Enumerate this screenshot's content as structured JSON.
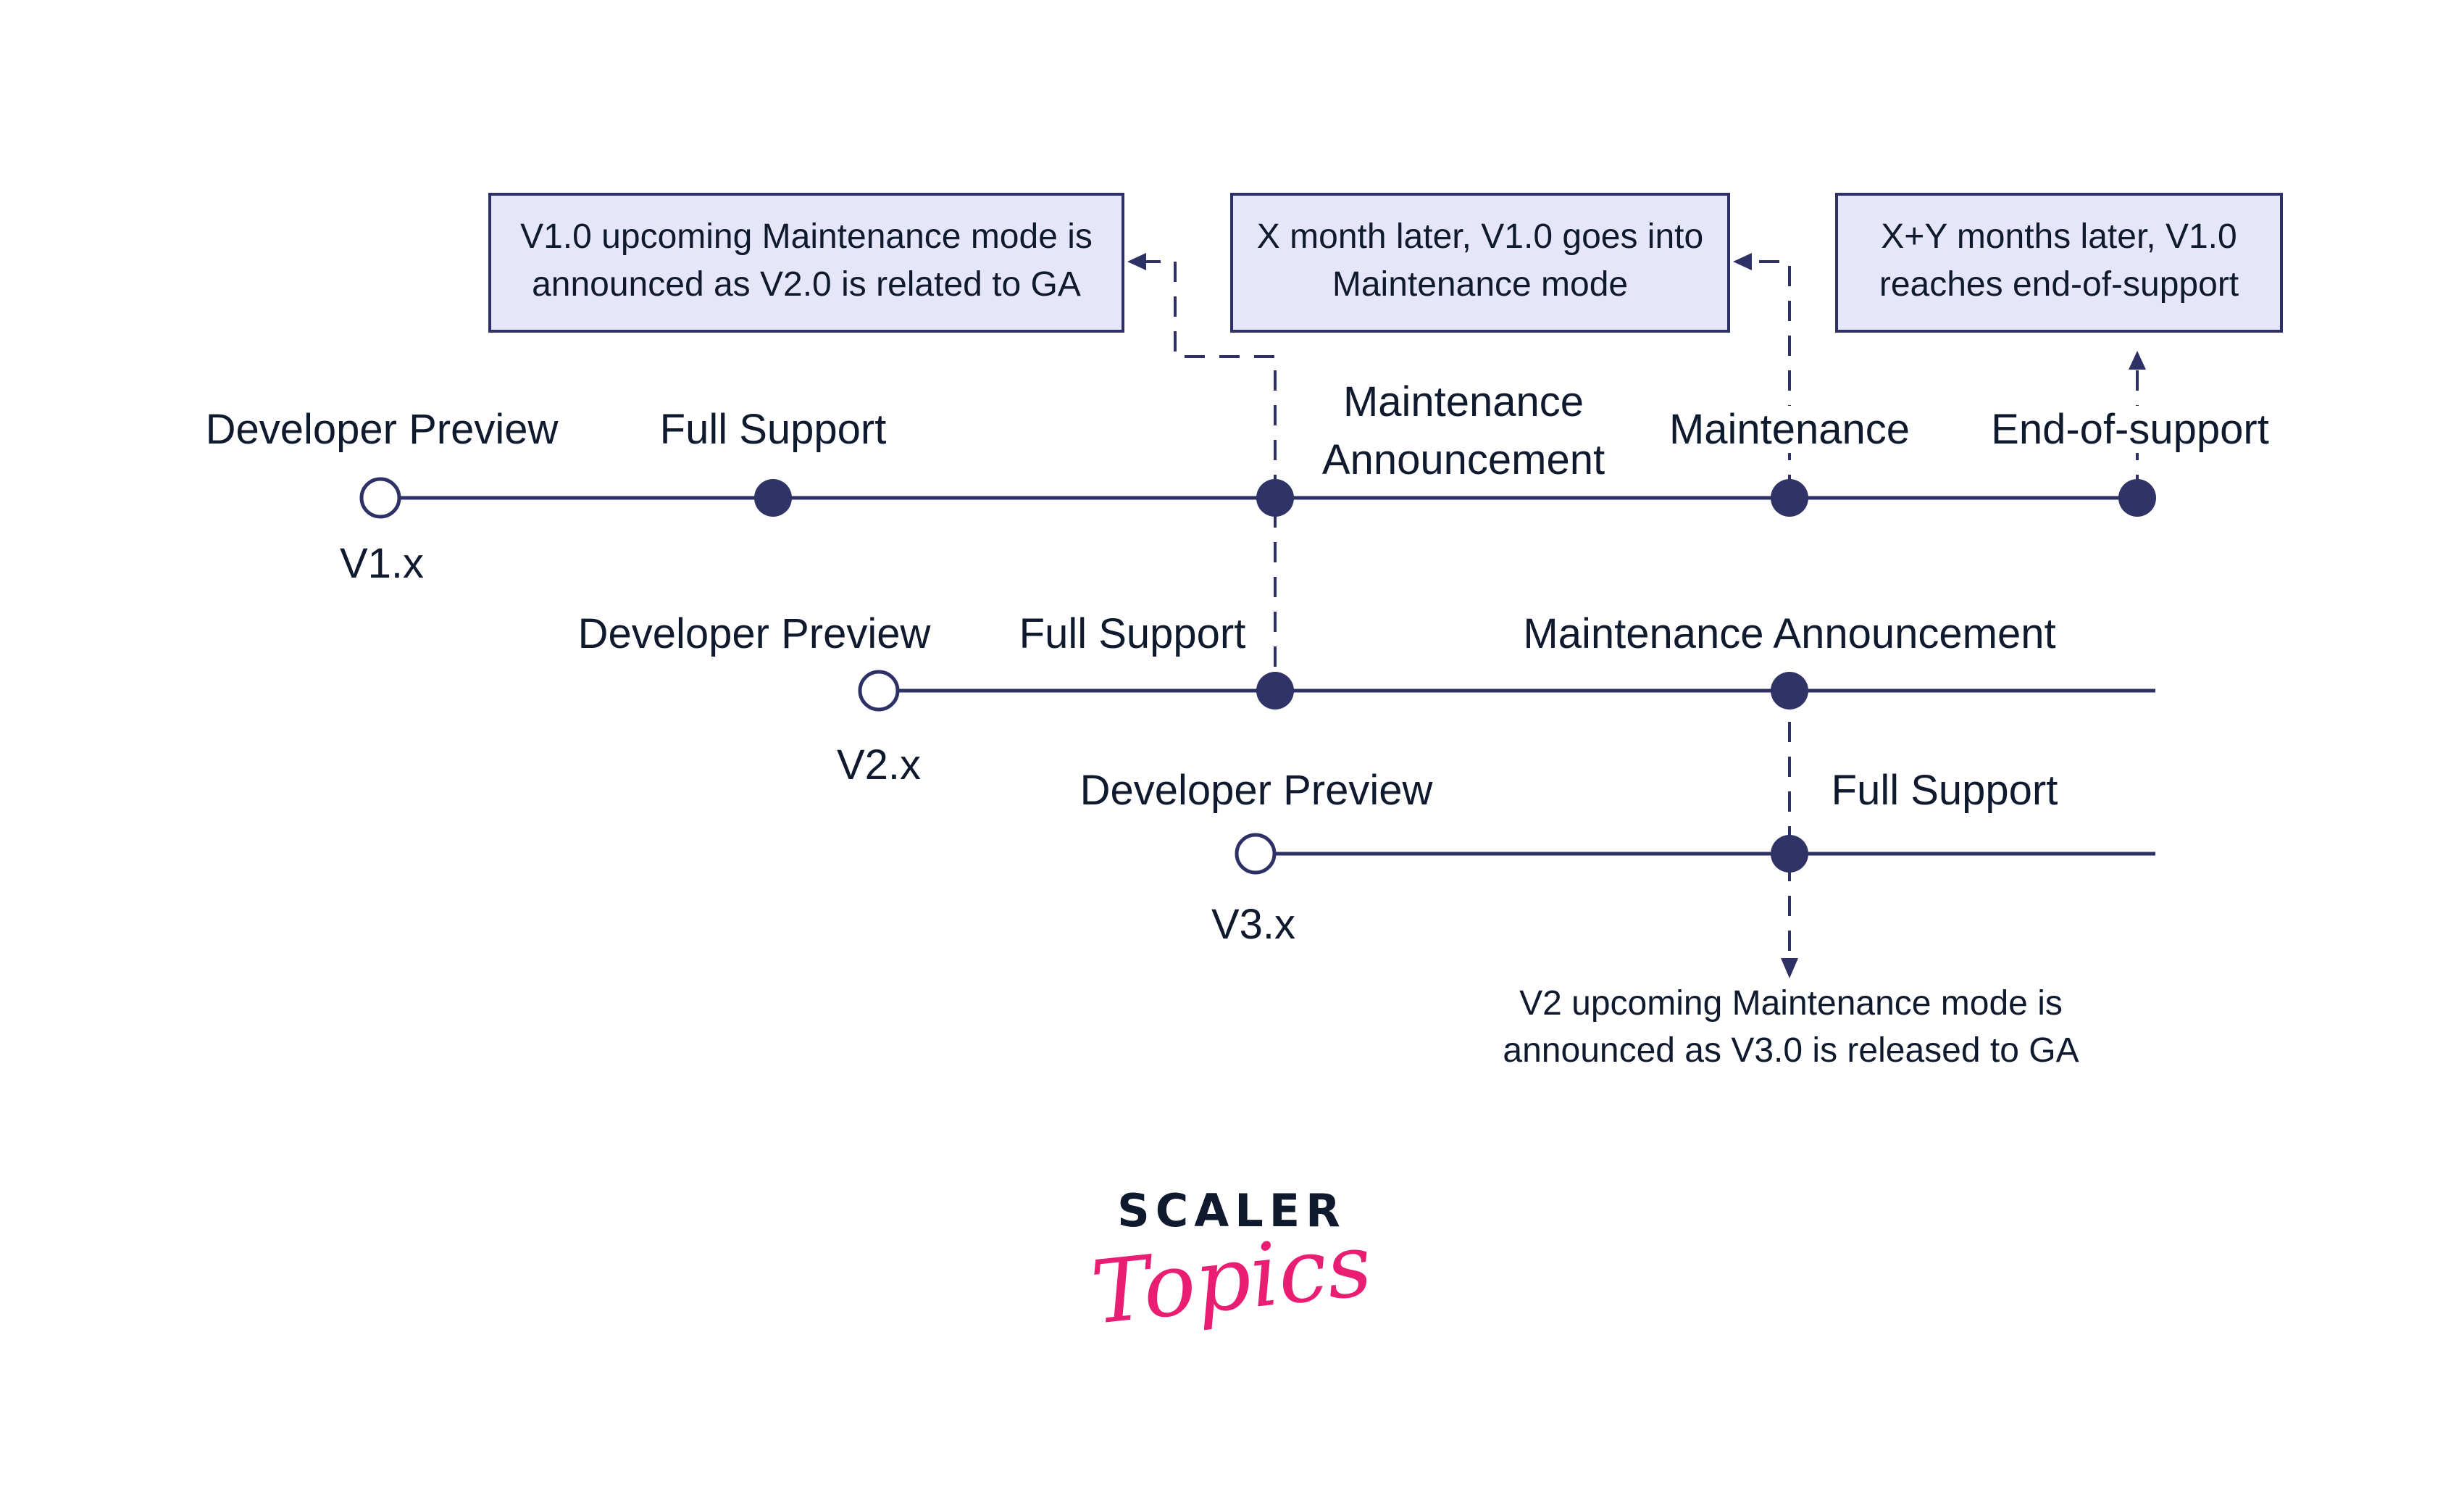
{
  "colors": {
    "line": "#2e3165",
    "node": "#2f3366",
    "box_fill": "#e6e6fa",
    "text": "#0f1a2e",
    "brand_pink": "#e91e73"
  },
  "callouts": {
    "v1_maintenance_announced": [
      "V1.0 upcoming Maintenance mode is",
      "announced as V2.0 is related to GA"
    ],
    "v1_goes_into_maintenance": [
      "X month later, V1.0 goes into",
      "Maintenance mode"
    ],
    "v1_end_of_support": [
      "X+Y months later, V1.0",
      "reaches end-of-support"
    ],
    "v2_maintenance_announced": [
      "V2 upcoming Maintenance mode is",
      "announced as V3.0 is released to GA"
    ]
  },
  "timelines": [
    {
      "version": "V1.x",
      "stages": [
        {
          "label": "Developer Preview",
          "type": "open"
        },
        {
          "label": "Full Support",
          "type": "filled"
        },
        {
          "label": "Maintenance",
          "label2": "Announcement",
          "type": "filled"
        },
        {
          "label": "Maintenance",
          "type": "filled"
        },
        {
          "label": "End-of-support",
          "type": "filled"
        }
      ]
    },
    {
      "version": "V2.x",
      "stages": [
        {
          "label": "Developer Preview",
          "type": "open"
        },
        {
          "label": "Full Support",
          "type": "filled"
        },
        {
          "label": "Maintenance Announcement",
          "type": "filled"
        }
      ]
    },
    {
      "version": "V3.x",
      "stages": [
        {
          "label": "Developer Preview",
          "type": "open"
        },
        {
          "label": "Full Support",
          "type": "filled"
        }
      ]
    }
  ],
  "logo": {
    "line1": "SCALER",
    "line2": "Topics"
  }
}
